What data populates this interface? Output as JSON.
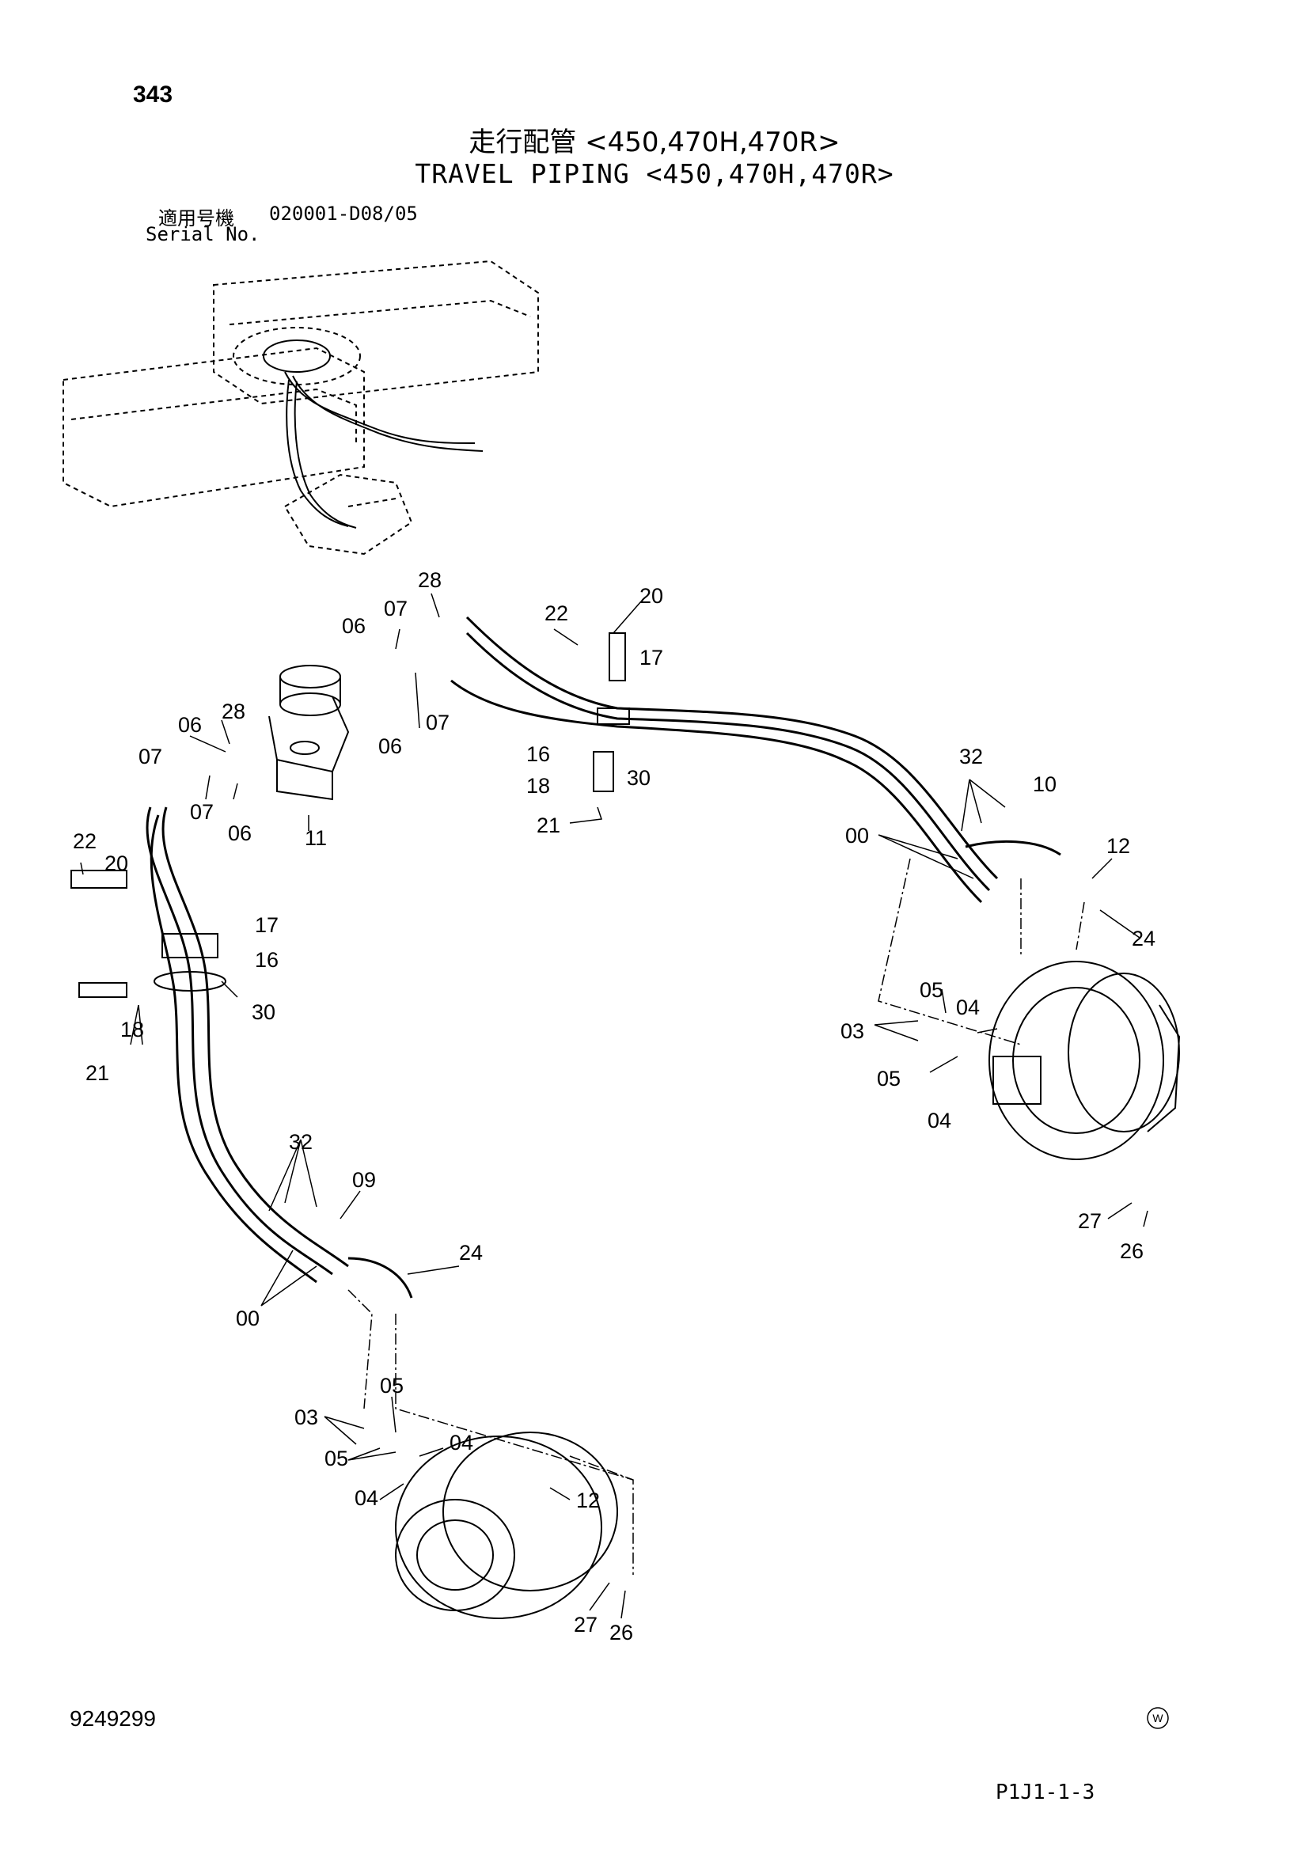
{
  "header": {
    "page_number": "343",
    "title_ja": "走行配管 <450,470H,470R>",
    "title_en": "TRAVEL PIPING <450,470H,470R>",
    "serial_label_ja": "適用号機",
    "serial_label_en": "Serial No.",
    "serial_value": "020001-D08/05"
  },
  "footer": {
    "doc_number": "9249299",
    "sheet_code": "P1J1-1-3",
    "maker_mark": "W"
  },
  "callouts": [
    "28",
    "07",
    "06",
    "22",
    "20",
    "17",
    "06",
    "28",
    "06",
    "07",
    "07",
    "16",
    "30",
    "18",
    "07",
    "06",
    "11",
    "21",
    "22",
    "20",
    "17",
    "16",
    "30",
    "18",
    "21",
    "32",
    "10",
    "00",
    "12",
    "24",
    "05",
    "04",
    "03",
    "05",
    "04",
    "27",
    "26",
    "32",
    "09",
    "24",
    "00",
    "05",
    "03",
    "05",
    "04",
    "04",
    "12",
    "27",
    "26"
  ]
}
